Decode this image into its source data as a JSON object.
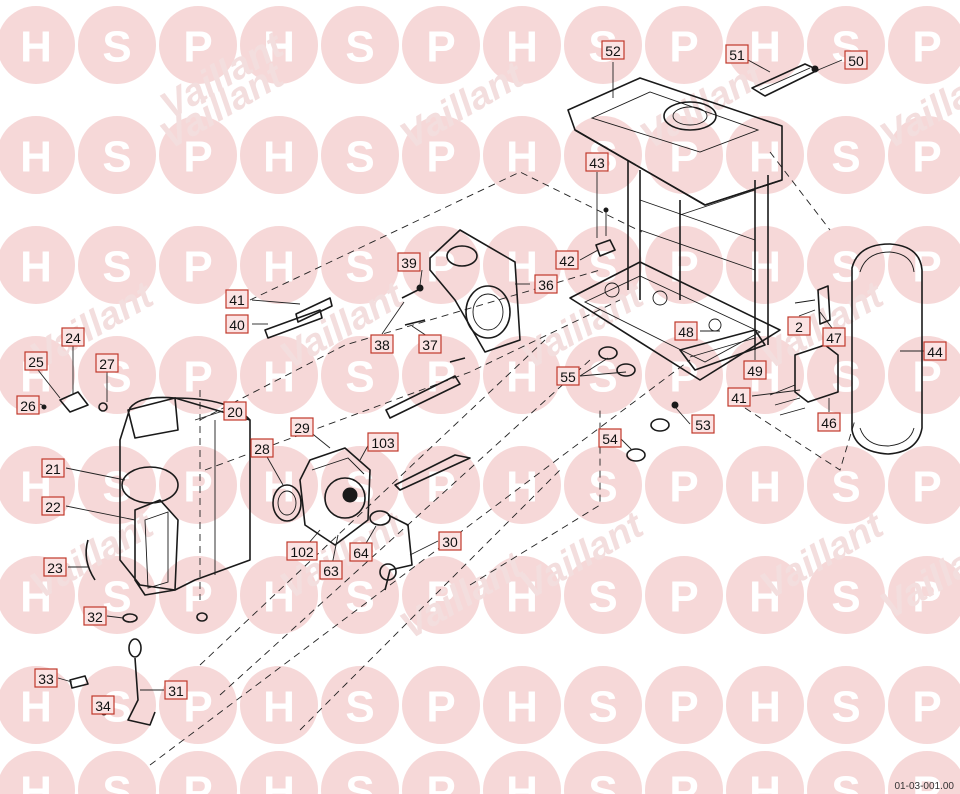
{
  "watermark": {
    "letters": [
      "H",
      "S",
      "P"
    ],
    "brand": "Vaillant",
    "color": "#f6d8d8"
  },
  "diagram_ref": "01-03-001.00",
  "callouts": [
    "52",
    "51",
    "50",
    "43",
    "42",
    "39",
    "36",
    "41",
    "40",
    "38",
    "37",
    "24",
    "25",
    "27",
    "26",
    "2",
    "47",
    "48",
    "44",
    "55",
    "49",
    "41",
    "46",
    "20",
    "53",
    "54",
    "29",
    "103",
    "28",
    "21",
    "22",
    "102",
    "63",
    "64",
    "30",
    "23",
    "32",
    "33",
    "31",
    "34"
  ],
  "colors": {
    "callout_fill": "#fbe3e3",
    "callout_border": "#c0392b",
    "line": "#1a1a1a"
  }
}
